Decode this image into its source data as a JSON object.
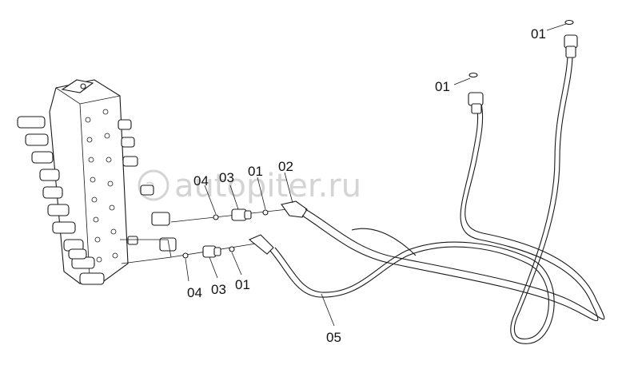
{
  "watermark": {
    "text": "autopiter.ru",
    "symbol": "a"
  },
  "callouts": {
    "top_right_01": "01",
    "mid_right_01": "01",
    "upper_04": "04",
    "upper_03": "03",
    "upper_01": "01",
    "upper_02": "02",
    "lower_04": "04",
    "lower_03": "03",
    "lower_01": "01",
    "lower_05": "05"
  },
  "colors": {
    "line": "#1a1a1a",
    "background": "#ffffff",
    "watermark": "#d4d4d4"
  }
}
